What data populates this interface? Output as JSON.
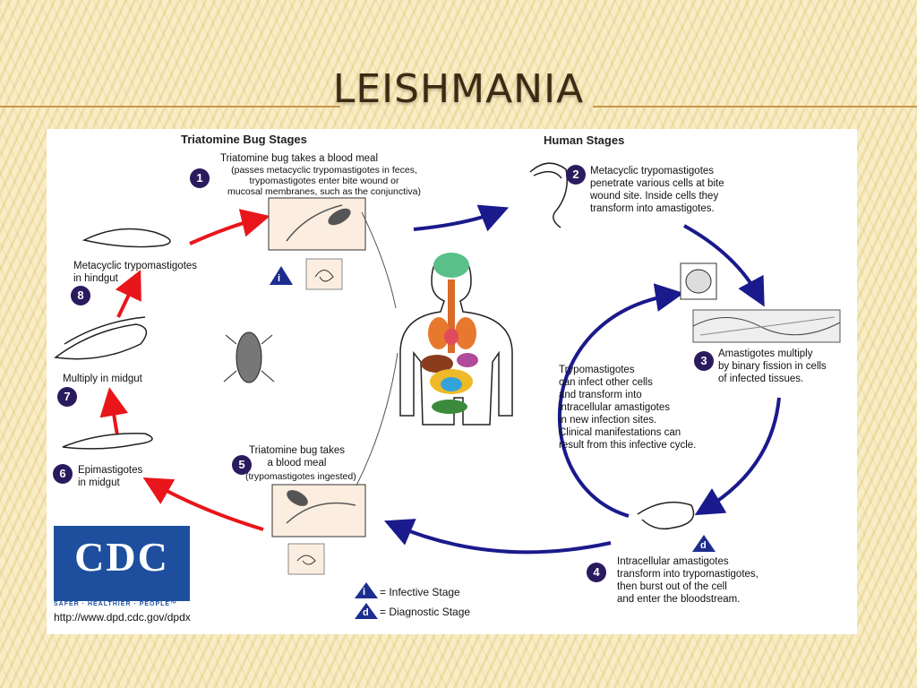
{
  "slide": {
    "title": "LEISHMANIA"
  },
  "diagram": {
    "headings": {
      "bug": "Triatomine Bug Stages",
      "human": "Human Stages"
    },
    "steps": {
      "s1": {
        "num": "1",
        "text": "Triatomine bug takes a blood meal",
        "sub": "(passes metacyclic trypomastigotes in feces,\ntrypomastigotes enter bite wound or\nmucosal membranes, such as the conjunctiva)"
      },
      "s2": {
        "num": "2",
        "text": "Metacyclic trypomastigotes\npenetrate various cells at bite\nwound site.  Inside cells they\ntransform into amastigotes."
      },
      "s3": {
        "num": "3",
        "text": "Amastigotes multiply\nby binary fission in cells\nof infected tissues."
      },
      "s4": {
        "num": "4",
        "text": "Intracellular amastigotes\ntransform into trypomastigotes,\nthen burst out of the cell\nand enter the bloodstream."
      },
      "s5": {
        "num": "5",
        "text": "Triatomine bug takes\na blood meal",
        "sub": "(trypomastigotes ingested)"
      },
      "s6": {
        "num": "6",
        "text": "Epimastigotes\nin midgut"
      },
      "s7": {
        "num": "7",
        "text": "Multiply in midgut"
      },
      "s8": {
        "num": "8",
        "text": "Metacyclic trypomastigotes\nin hindgut"
      }
    },
    "center_note": "Trypomastigotes\ncan infect other cells\nand transform into\nintracellular amastigotes\nin new infection sites.\nClinical manifestations can\nresult from this infective cycle.",
    "legend": {
      "infective_symbol": "i",
      "infective_label": "= Infective Stage",
      "diagnostic_symbol": "d",
      "diagnostic_label": "= Diagnostic Stage"
    },
    "markers": {
      "i_marker": "i",
      "d_marker": "d"
    },
    "logo": {
      "text": "CDC",
      "tagline": "SAFER · HEALTHIER · PEOPLE™",
      "url": "http://www.dpd.cdc.gov/dpdx"
    },
    "colors": {
      "red_arrow": "#e8161b",
      "blue_arrow": "#1a1a8c",
      "marker": "#1d2d8f"
    }
  }
}
